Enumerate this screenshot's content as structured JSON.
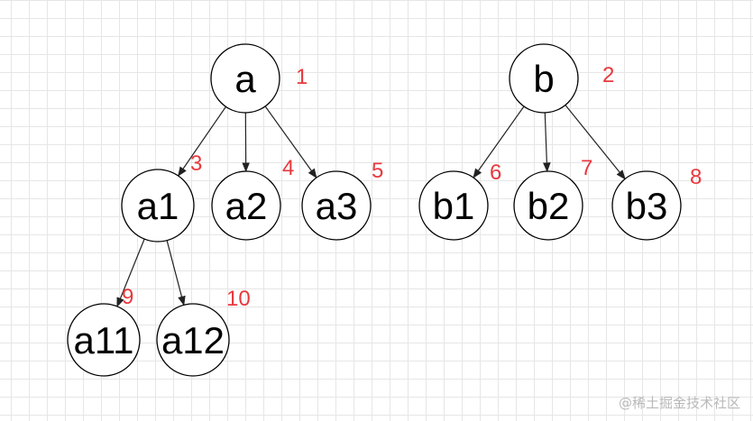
{
  "diagram": {
    "nodes": [
      {
        "id": "a",
        "label": "a",
        "order": "1"
      },
      {
        "id": "b",
        "label": "b",
        "order": "2"
      },
      {
        "id": "a1",
        "label": "a1",
        "order": "3"
      },
      {
        "id": "a2",
        "label": "a2",
        "order": "4"
      },
      {
        "id": "a3",
        "label": "a3",
        "order": "5"
      },
      {
        "id": "b1",
        "label": "b1",
        "order": "6"
      },
      {
        "id": "b2",
        "label": "b2",
        "order": "7"
      },
      {
        "id": "b3",
        "label": "b3",
        "order": "8"
      },
      {
        "id": "a11",
        "label": "a11",
        "order": "9"
      },
      {
        "id": "a12",
        "label": "a12",
        "order": "10"
      }
    ],
    "edges": [
      {
        "from": "a",
        "to": "a1"
      },
      {
        "from": "a",
        "to": "a2"
      },
      {
        "from": "a",
        "to": "a3"
      },
      {
        "from": "b",
        "to": "b1"
      },
      {
        "from": "b",
        "to": "b2"
      },
      {
        "from": "b",
        "to": "b3"
      },
      {
        "from": "a1",
        "to": "a11"
      },
      {
        "from": "a1",
        "to": "a12"
      }
    ],
    "colors": {
      "node_stroke": "#000000",
      "edge": "#222222",
      "order_label": "#e8383d",
      "grid": "#e6e6e6"
    }
  },
  "watermark": "@稀土掘金技术社区"
}
